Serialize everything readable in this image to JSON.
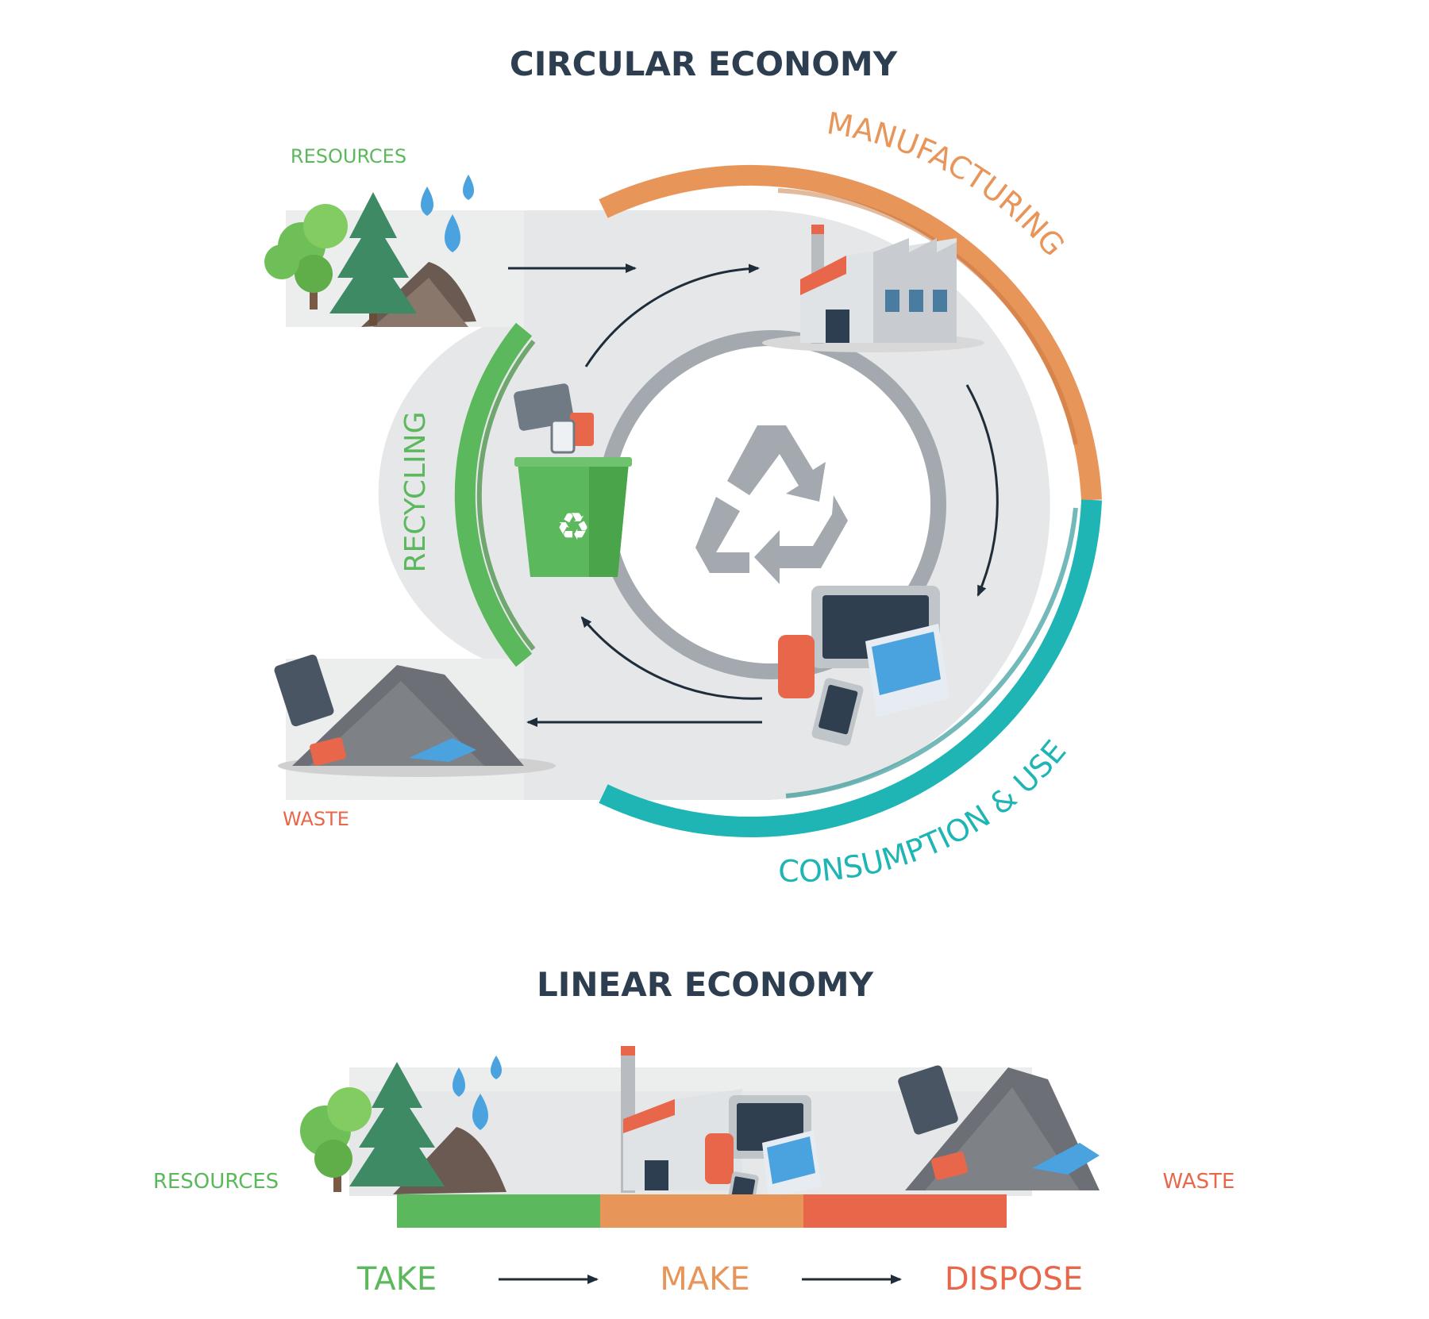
{
  "circular": {
    "title": "CIRCULAR ECONOMY",
    "resources_label": "RESOURCES",
    "waste_label": "WASTE",
    "manufacturing_label": "MANUFACTURING",
    "consumption_label": "CONSUMPTION & USE",
    "recycling_label": "RECYCLING"
  },
  "linear": {
    "title": "LINEAR ECONOMY",
    "resources_label": "RESOURCES",
    "waste_label": "WASTE",
    "steps": [
      "TAKE",
      "MAKE",
      "DISPOSE"
    ]
  },
  "colors": {
    "green": "#5cb85c",
    "orange": "#e8955a",
    "teal": "#1fb5b5",
    "red": "#e8674a",
    "title": "#2c3e50",
    "band": "#e6e7e8",
    "ring": "#a3a9ae"
  },
  "icons": [
    "tree-icon",
    "water-drop-icon",
    "soil-pile-icon",
    "factory-icon",
    "devices-icon",
    "recycle-bin-icon",
    "waste-pile-icon",
    "recycle-symbol-icon",
    "arrow-icon"
  ]
}
